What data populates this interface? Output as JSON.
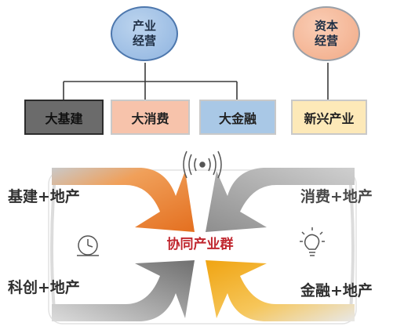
{
  "top_nodes": {
    "industry": "产业\n经营",
    "capital": "资本\n经营"
  },
  "categories": {
    "infra": "大基建",
    "consume": "大消费",
    "finance": "大金融",
    "new_industry": "新兴产业"
  },
  "cycle": {
    "top_left": "基建+地产",
    "top_right": "消费+地产",
    "bottom_left": "科创+地产",
    "bottom_right": "金融+地产",
    "center": "协同产业群"
  },
  "icons": [
    "signal-icon",
    "clock-icon",
    "lightbulb-icon"
  ],
  "colors": {
    "arrow_orange": "#e8772e",
    "arrow_gray": "#9b9b9b",
    "arrow_dark_gray": "#7b7b7b",
    "arrow_yellow": "#f3b12a",
    "center_text": "#c0262e"
  }
}
